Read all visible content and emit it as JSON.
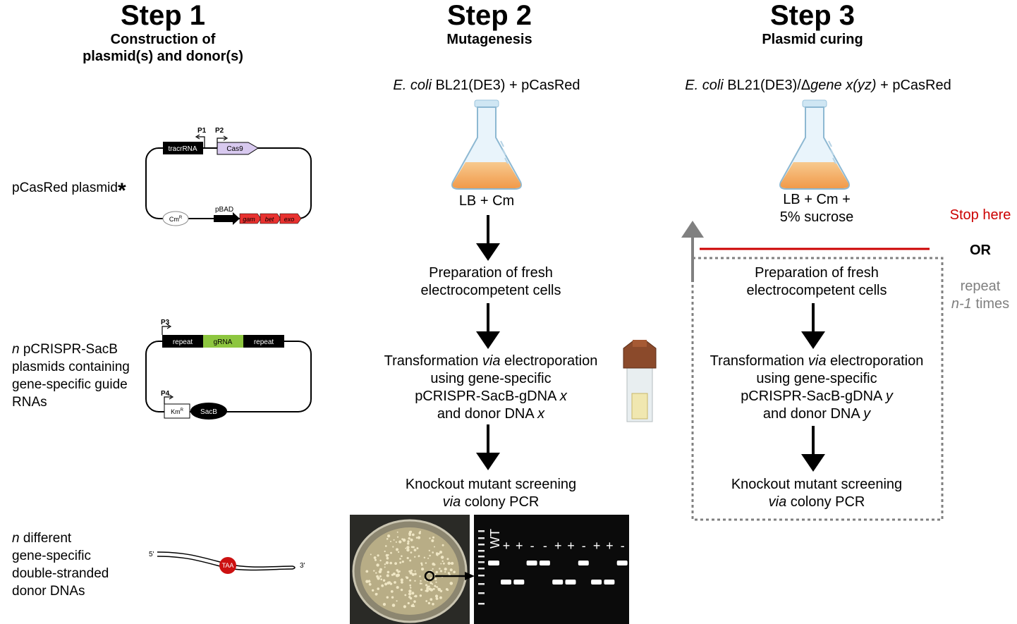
{
  "step1": {
    "title": "Step 1",
    "subtitle_line1": "Construction of",
    "subtitle_line2": "plasmid(s) and donor(s)"
  },
  "step2": {
    "title": "Step 2",
    "subtitle": "Mutagenesis"
  },
  "step3": {
    "title": "Step 3",
    "subtitle": "Plasmid curing"
  },
  "plasmid1": {
    "label": "pCasRed plasmid",
    "asterisk": "*",
    "p1": "P1",
    "p2": "P2",
    "tracr": "tracrRNA",
    "cas9": "Cas9",
    "cm": "CmR",
    "pbad": "pBAD",
    "gam": "gam",
    "bet": "bet",
    "exo": "exo"
  },
  "plasmid2": {
    "label_italic": "n",
    "label_l1": " pCRISPR-SacB",
    "label_l2": "plasmids containing",
    "label_l3": "gene-specific guide",
    "label_l4": "RNAs",
    "p3": "P3",
    "p4": "P4",
    "repeat": "repeat",
    "grna": "gRNA",
    "km": "KmR",
    "sacb": "SacB"
  },
  "donor": {
    "label_italic": "n",
    "label_l1": " different",
    "label_l2": "gene-specific",
    "label_l3": "double-stranded",
    "label_l4": "donor DNAs",
    "five": "5'",
    "three": "3'",
    "taa": "TAA"
  },
  "mut": {
    "strain_italic": "E. coli",
    "strain_rest": " BL21(DE3) + pCasRed",
    "medium": "LB + Cm",
    "prep_l1": "Preparation of fresh",
    "prep_l2": "electrocompetent cells",
    "tr_a": "Transformation ",
    "tr_via": "via",
    "tr_b": " electroporation",
    "tr_l2": "using gene-specific",
    "tr_l3": "pCRISPR-SacB-gDNA ",
    "tr_x": "x",
    "tr_l4": "and donor DNA ",
    "tr_x2": "x",
    "ko_l1": "Knockout mutant screening",
    "ko_via": "via",
    "ko_rest": " colony PCR"
  },
  "cure": {
    "strain_italic": "E. coli",
    "strain_mid": " BL21(DE3)/Δ",
    "strain_gene": "gene x(yz)",
    "strain_rest": " + pCasRed",
    "medium_l1": "LB + Cm +",
    "medium_l2": "5% sucrose",
    "prep_l1": "Preparation of fresh",
    "prep_l2": "electrocompetent cells",
    "tr_a": "Transformation ",
    "tr_via": "via",
    "tr_b": " electroporation",
    "tr_l2": "using gene-specific",
    "tr_l3": "pCRISPR-SacB-gDNA ",
    "tr_y": "y",
    "tr_l4": "and donor DNA ",
    "tr_y2": "y",
    "ko_l1": "Knockout mutant screening",
    "ko_via": "via",
    "ko_rest": " colony PCR",
    "stop": "Stop here",
    "or": "OR",
    "repeat_l1": "repeat",
    "repeat_italic": "n-1",
    "repeat_rest": " times"
  },
  "gel": {
    "wt": "WT",
    "lanes": [
      "+",
      "+",
      "-",
      "-",
      "+",
      "+",
      "-",
      "+",
      "+",
      "-"
    ]
  },
  "colors": {
    "stop_red": "#cc0000",
    "repeat_gray": "#808080",
    "flask_liquid": "#f4b36a",
    "grna_green": "#8dc63f",
    "red_gene": "#e8312f"
  }
}
